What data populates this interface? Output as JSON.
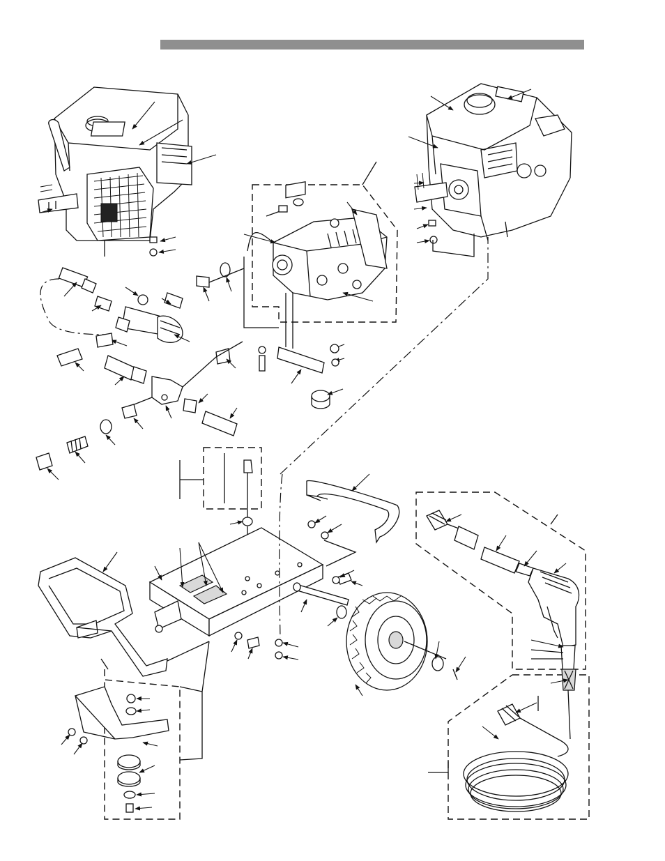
{
  "figure": {
    "has_title_bar": true,
    "colors": {
      "line": "#111111",
      "header_bar": "#8f8f8f",
      "background": "#ffffff"
    }
  },
  "parts": [
    {
      "name": "engine-left-view"
    },
    {
      "name": "engine-right-view"
    },
    {
      "name": "pump"
    },
    {
      "name": "unloader-valve"
    },
    {
      "name": "tee-fitting"
    },
    {
      "name": "frame-base"
    },
    {
      "name": "handle-left"
    },
    {
      "name": "handle-right"
    },
    {
      "name": "wheel"
    },
    {
      "name": "axle"
    },
    {
      "name": "spray-gun"
    },
    {
      "name": "high-pressure-hose"
    },
    {
      "name": "foot-bracket"
    }
  ]
}
